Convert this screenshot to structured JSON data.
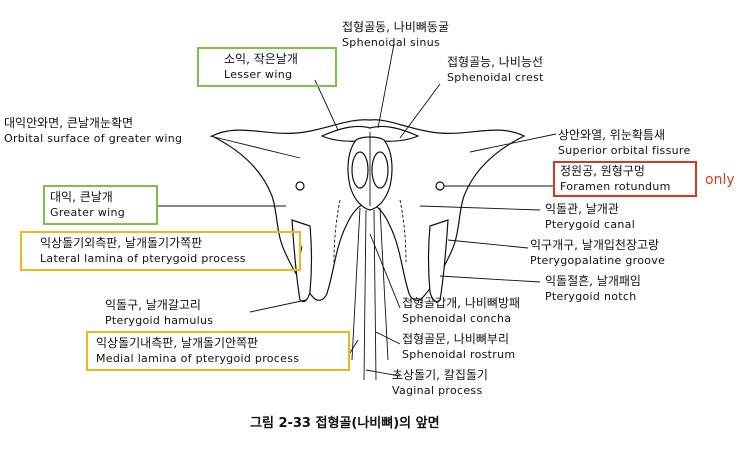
{
  "labels": {
    "sphenoidal_sinus": {
      "ko": "접형골동, 나비뼈동굴",
      "en": "Sphenoidal sinus"
    },
    "lesser_wing": {
      "ko": "소익, 작은날개",
      "en": "Lesser wing"
    },
    "sphenoidal_crest": {
      "ko": "접형골능, 나비능선",
      "en": "Sphenoidal crest"
    },
    "orbital_surface": {
      "ko": "대익안와면, 큰날개눈확면",
      "en": "Orbital surface of greater wing"
    },
    "superior_orbital_fissure": {
      "ko": "상안와열, 위눈확틈새",
      "en": "Superior orbital fissure"
    },
    "foramen_rotundum": {
      "ko": "정원공, 원형구멍",
      "en": "Foramen rotundum",
      "note": "only"
    },
    "greater_wing": {
      "ko": "대익, 큰날개",
      "en": "Greater wing"
    },
    "pterygoid_canal": {
      "ko": "익돌관, 날개관",
      "en": "Pterygoid canal"
    },
    "lateral_lamina": {
      "ko": "익상돌기외측판, 날개돌기가쪽판",
      "en": "Lateral lamina of pterygoid process"
    },
    "pterygopalatine_groove": {
      "ko": "익구개구, 날개입천장고랑",
      "en": "Pterygopalatine groove"
    },
    "pterygoid_notch": {
      "ko": "익돌절흔, 날개패임",
      "en": "Pterygoid notch"
    },
    "pterygoid_hamulus": {
      "ko": "익돌구, 날개갈고리",
      "en": "Pterygoid hamulus"
    },
    "sphenoidal_concha": {
      "ko": "접형골갑개, 나비뼈방패",
      "en": "Sphenoidal concha"
    },
    "medial_lamina": {
      "ko": "익상돌기내측판, 날개돌기안쪽판",
      "en": "Medial lamina of pterygoid process"
    },
    "sphenoidal_rostrum": {
      "ko": "접형골문, 나비뼈부리",
      "en": "Sphenoidal rostrum"
    },
    "vaginal_process": {
      "ko": "초상돌기, 칼집돌기",
      "en": "Vaginal process"
    }
  },
  "caption": "그림 2-33 접형골(나비뼈)의 앞면",
  "highlight_colors": {
    "green": "#7cc24a",
    "yellow": "#f2b51a",
    "red": "#d9381e"
  }
}
